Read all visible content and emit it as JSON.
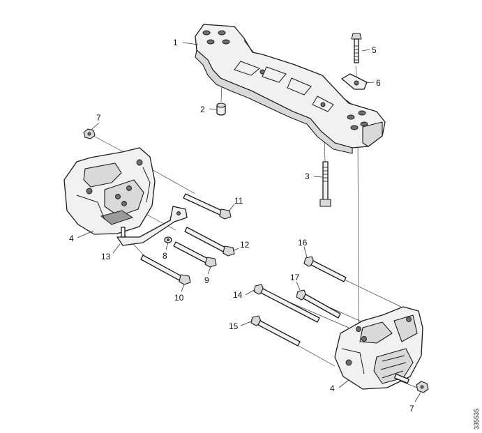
{
  "callouts": {
    "c1": "1",
    "c2": "2",
    "c3": "3",
    "c4a": "4",
    "c4b": "4",
    "c5": "5",
    "c6": "6",
    "c7a": "7",
    "c7b": "7",
    "c8": "8",
    "c9": "9",
    "c10": "10",
    "c11": "11",
    "c12": "12",
    "c13": "13",
    "c14": "14",
    "c15": "15",
    "c16": "16",
    "c17": "17"
  },
  "reference_code": "335535"
}
